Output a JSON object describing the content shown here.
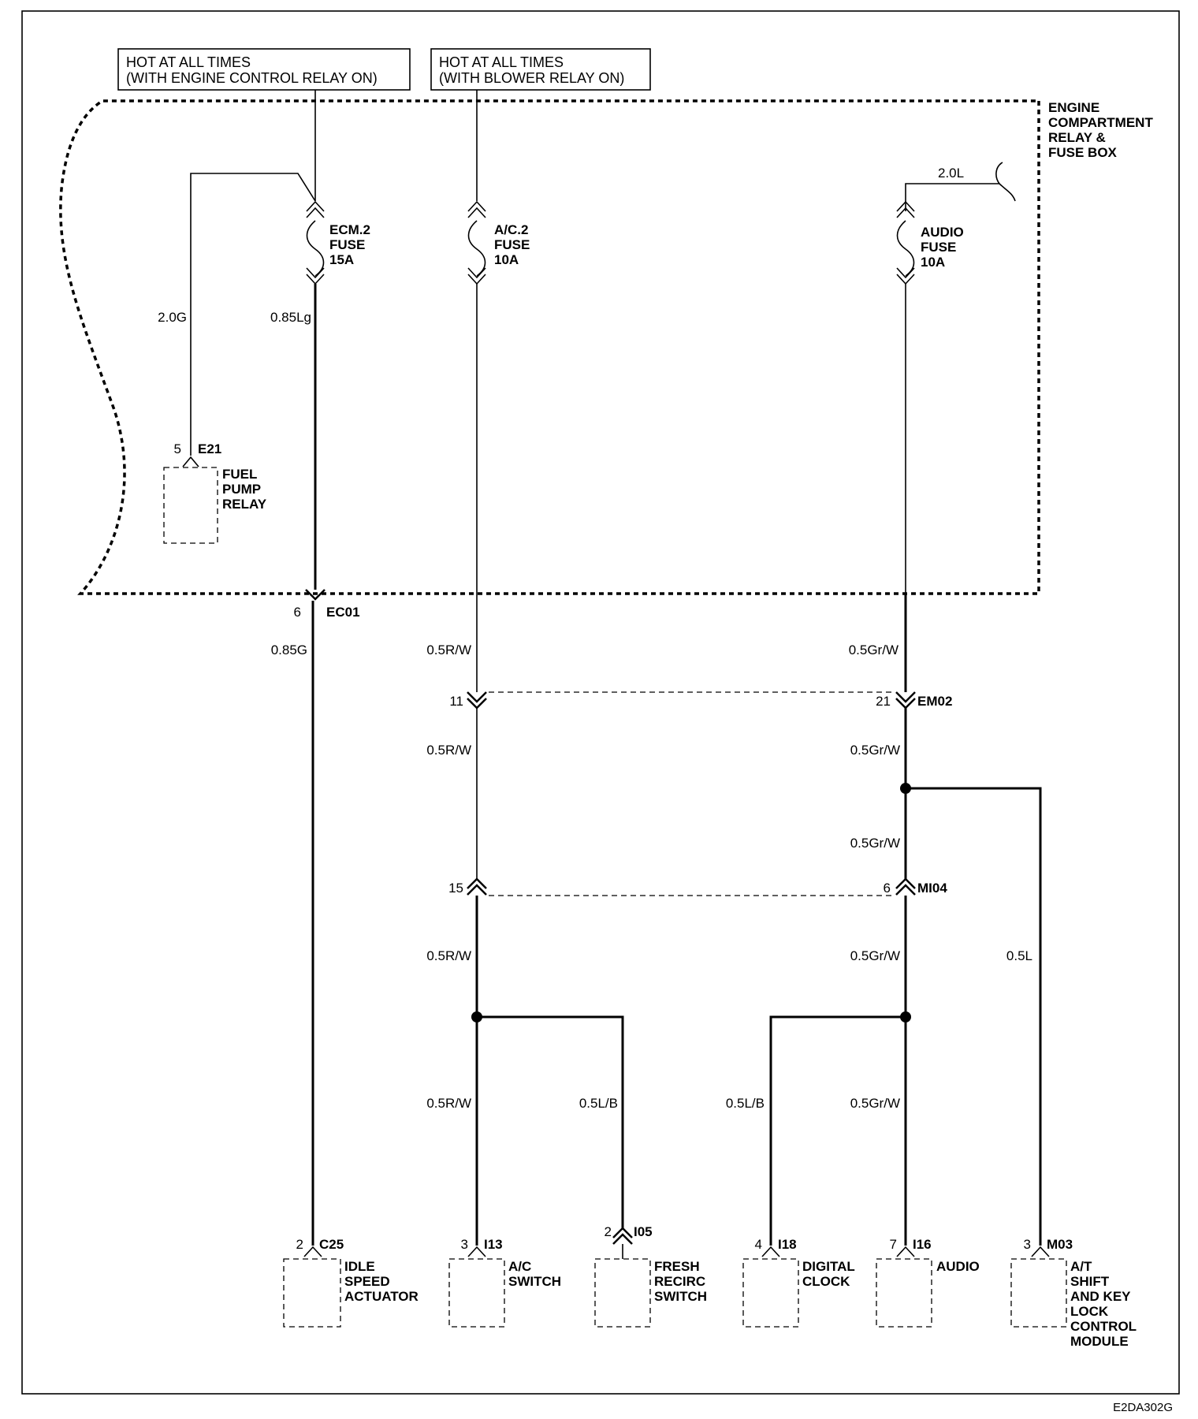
{
  "power_sources": [
    {
      "line1": "HOT AT ALL TIMES",
      "line2": "(WITH ENGINE CONTROL RELAY ON)"
    },
    {
      "line1": "HOT AT ALL TIMES",
      "line2": "(WITH BLOWER RELAY ON)"
    }
  ],
  "fuse_box": {
    "lines": [
      "ENGINE",
      "COMPARTMENT",
      "RELAY &",
      "FUSE BOX"
    ]
  },
  "fuses": [
    {
      "lines": [
        "ECM.2",
        "FUSE",
        "15A"
      ]
    },
    {
      "lines": [
        "A/C.2",
        "FUSE",
        "10A"
      ]
    },
    {
      "lines": [
        "AUDIO",
        "FUSE",
        "10A"
      ]
    }
  ],
  "wires": {
    "fuel_pump_feed": "2.0G",
    "ecm_fuse_out": "0.85Lg",
    "audio_feed": "2.0L",
    "idle_actuator": "0.85G",
    "ac_ec01": "0.5R/W",
    "ac_em02": "0.5R/W",
    "ac_mi04": "0.5R/W",
    "ac_switch": "0.5R/W",
    "fresh_recirc": "0.5L/B",
    "audio_ec01": "0.5Gr/W",
    "audio_em02": "0.5Gr/W",
    "audio_split": "0.5Gr/W",
    "audio_mi04": "0.5Gr/W",
    "digital_clock": "0.5L/B",
    "audio_unit": "0.5Gr/W",
    "at_shift": "0.5L"
  },
  "connectors": {
    "e21": {
      "pin": "5",
      "id": "E21"
    },
    "ec01": {
      "pin": "6",
      "id": "EC01"
    },
    "em02": {
      "pin_left": "11",
      "pin_right": "21",
      "id": "EM02"
    },
    "mi04": {
      "pin_left": "15",
      "pin_right": "6",
      "id": "MI04"
    }
  },
  "components": [
    {
      "pin": "5",
      "id": "E21",
      "lines": [
        "FUEL",
        "PUMP",
        "RELAY"
      ]
    },
    {
      "pin": "2",
      "id": "C25",
      "lines": [
        "IDLE",
        "SPEED",
        "ACTUATOR"
      ]
    },
    {
      "pin": "3",
      "id": "I13",
      "lines": [
        "A/C",
        "SWITCH"
      ]
    },
    {
      "pin": "2",
      "id": "I05",
      "lines": [
        "FRESH",
        "RECIRC",
        "SWITCH"
      ]
    },
    {
      "pin": "4",
      "id": "I18",
      "lines": [
        "DIGITAL",
        "CLOCK"
      ]
    },
    {
      "pin": "7",
      "id": "I16",
      "lines": [
        "AUDIO"
      ]
    },
    {
      "pin": "3",
      "id": "M03",
      "lines": [
        "A/T",
        "SHIFT",
        "AND KEY",
        "LOCK",
        "CONTROL",
        "MODULE"
      ]
    }
  ],
  "figure_code": "E2DA302G"
}
